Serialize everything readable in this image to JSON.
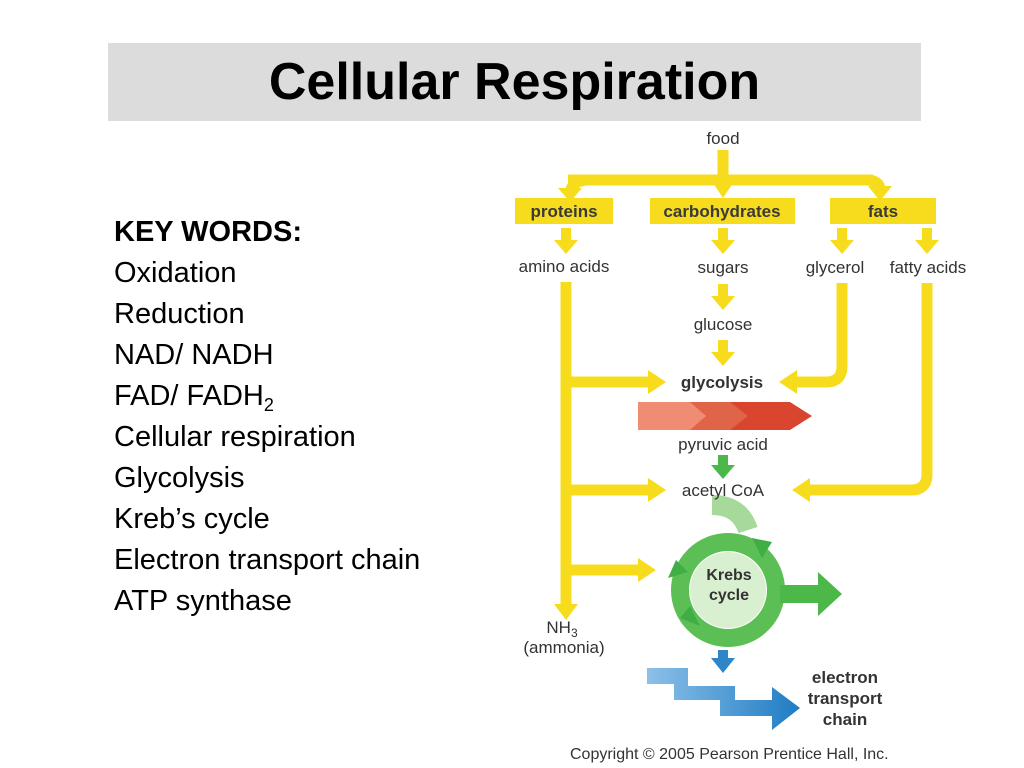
{
  "title": "Cellular Respiration",
  "keywords": {
    "header": "KEY WORDS:",
    "items": [
      "Oxidation",
      "Reduction",
      "NAD/ NADH"
    ],
    "fad_main": "FAD/ FADH",
    "fad_sub": "2",
    "items2": [
      "Cellular respiration",
      "Glycolysis",
      "Kreb’s cycle",
      "Electron transport chain",
      "ATP synthase"
    ]
  },
  "diagram": {
    "food": "food",
    "proteins": "proteins",
    "carbohydrates": "carbohydrates",
    "fats": "fats",
    "amino_acids": "amino acids",
    "sugars": "sugars",
    "glycerol": "glycerol",
    "fatty_acids": "fatty acids",
    "glucose": "glucose",
    "glycolysis": "glycolysis",
    "pyruvic_acid": "pyruvic acid",
    "acetyl_coa": "acetyl CoA",
    "krebs_line1": "Krebs",
    "krebs_line2": "cycle",
    "nh3_main": "NH",
    "nh3_sub": "3",
    "ammonia": "(ammonia)",
    "etc_line1": "electron",
    "etc_line2": "transport",
    "etc_line3": "chain",
    "colors": {
      "yellow": "#f7dc1e",
      "red": "#d9452f",
      "green": "#4cb84a",
      "blue": "#2e86c8"
    }
  },
  "copyright": "Copyright © 2005 Pearson Prentice Hall, Inc."
}
